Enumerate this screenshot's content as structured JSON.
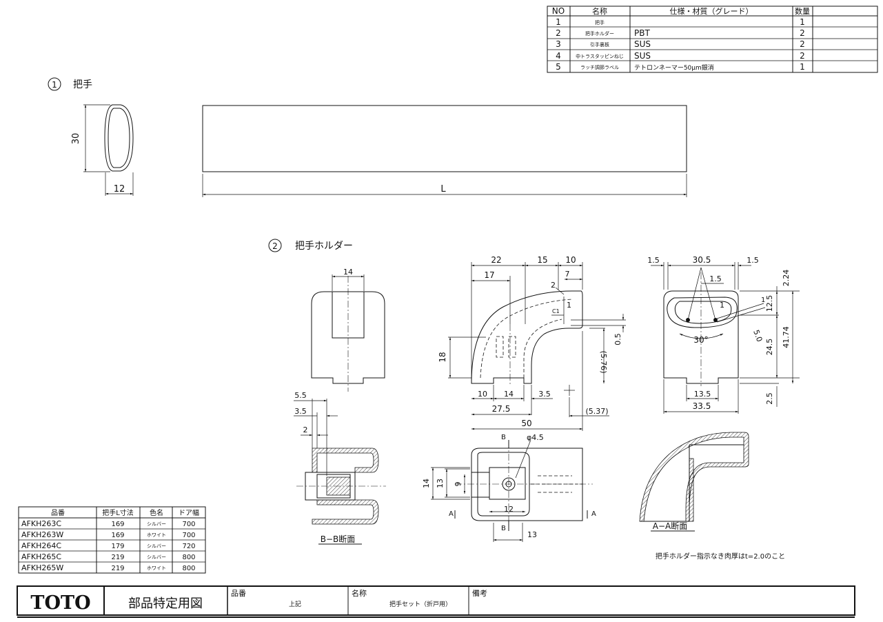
{
  "parts_table": {
    "headers": [
      "NO",
      "名称",
      "仕様・材質（グレード）",
      "数量"
    ],
    "rows": [
      {
        "no": "1",
        "name": "把手",
        "spec": "",
        "qty": "1"
      },
      {
        "no": "2",
        "name": "把手ホルダー",
        "spec": "PBT",
        "qty": "2"
      },
      {
        "no": "3",
        "name": "引手裏板",
        "spec": "SUS",
        "qty": "2"
      },
      {
        "no": "4",
        "name": "中トラスタッピンねじ",
        "spec": "SUS",
        "qty": "2"
      },
      {
        "no": "5",
        "name": "ラッチ調節ラベル",
        "spec": "テトロンネーマー50μm銀消",
        "qty": "1"
      }
    ]
  },
  "section1": {
    "num": "1",
    "title": "把手"
  },
  "section2": {
    "num": "2",
    "title": "把手ホルダー"
  },
  "handle_dims": {
    "height": "30",
    "width": "12",
    "length": "L"
  },
  "holder_dims": {
    "front_width": "14",
    "side_top_1": "22",
    "side_top_2": "15",
    "side_top_3": "10",
    "side_17": "17",
    "side_7": "7",
    "side_2": "2",
    "side_1": "1",
    "side_c1": "C1",
    "side_05": "0.5",
    "side_18": "18",
    "side_576": "(5.76)",
    "side_b10": "10",
    "side_b14": "14",
    "side_b35": "3.5",
    "side_275": "27.5",
    "side_537": "(5.37)",
    "side_50": "50",
    "end_15a": "1.5",
    "end_305": "30.5",
    "end_15b": "1.5",
    "end_224": "2.24",
    "end_15c": "1.5",
    "end_1": "1",
    "end_1b": "1",
    "end_125": "12.5",
    "end_r50": "5.0",
    "end_30deg": "30°",
    "end_245": "24.5",
    "end_4174": "41.74",
    "end_135": "13.5",
    "end_335": "33.5",
    "end_25": "2.5",
    "bb_55": "5.5",
    "bb_35": "3.5",
    "bb_2": "2",
    "top_phi": "φ4.5",
    "top_14": "14",
    "top_13": "13",
    "top_9": "9",
    "top_12": "12",
    "top_13b": "13",
    "top_b": "B",
    "top_a": "A"
  },
  "section_labels": {
    "bb": "B−B断面",
    "aa": "A−A断面"
  },
  "note": "把手ホルダー指示なき肉厚はt=2.0のこと",
  "variants_table": {
    "headers": [
      "品番",
      "把手L寸法",
      "色名",
      "ドア幅"
    ],
    "rows": [
      {
        "code": "AFKH263C",
        "length": "169",
        "color": "シルバー",
        "door": "700"
      },
      {
        "code": "AFKH263W",
        "length": "169",
        "color": "ホワイト",
        "door": "700"
      },
      {
        "code": "AFKH264C",
        "length": "179",
        "color": "シルバー",
        "door": "720"
      },
      {
        "code": "AFKH265C",
        "length": "219",
        "color": "シルバー",
        "door": "800"
      },
      {
        "code": "AFKH265W",
        "length": "219",
        "color": "ホワイト",
        "door": "800"
      }
    ]
  },
  "title_block": {
    "logo": "TOTO",
    "doc_type": "部品特定用図",
    "part_no_label": "品番",
    "part_no_value": "上記",
    "name_label": "名称",
    "name_value": "把手セット（折戸用）",
    "remarks_label": "備考"
  }
}
